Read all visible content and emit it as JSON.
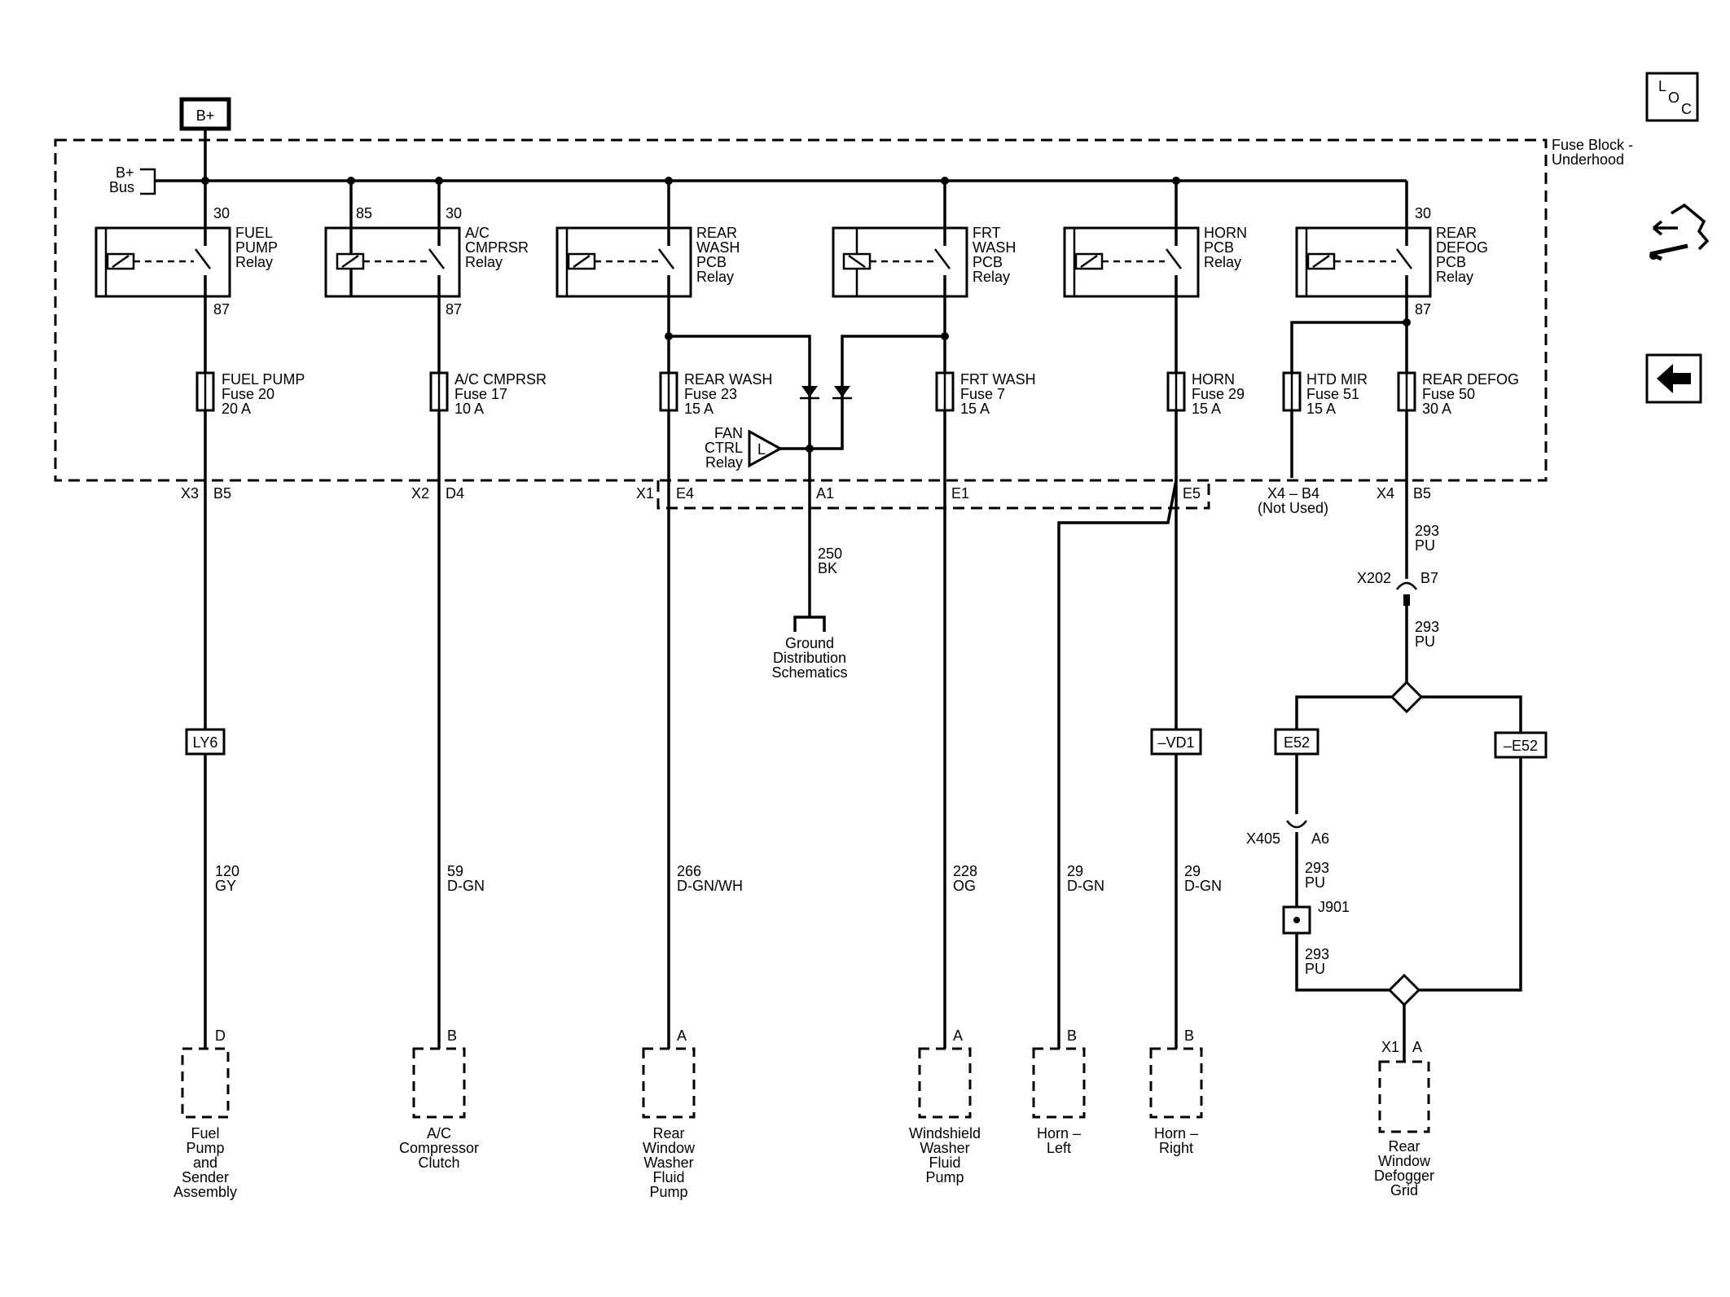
{
  "battery": "B+",
  "bus_label": [
    "B+",
    "Bus"
  ],
  "fuse_block_label": [
    "Fuse Block -",
    "Underhood"
  ],
  "relays": [
    {
      "id": "fuel-pump",
      "name": [
        "FUEL",
        "PUMP",
        "Relay"
      ],
      "top_pin": "30",
      "bottom_pin": "87"
    },
    {
      "id": "ac-cmprsr",
      "name": [
        "A/C",
        "CMPRSR",
        "Relay"
      ],
      "left_pin": "85",
      "top_pin": "30",
      "bottom_pin": "87"
    },
    {
      "id": "rear-wash",
      "name": [
        "REAR",
        "WASH",
        "PCB",
        "Relay"
      ]
    },
    {
      "id": "frt-wash",
      "name": [
        "FRT",
        "WASH",
        "PCB",
        "Relay"
      ]
    },
    {
      "id": "horn",
      "name": [
        "HORN",
        "PCB",
        "Relay"
      ]
    },
    {
      "id": "rear-defog",
      "name": [
        "REAR",
        "DEFOG",
        "PCB",
        "Relay"
      ],
      "top_pin": "30",
      "bottom_pin": "87"
    }
  ],
  "fuses": [
    {
      "id": "fuel-pump",
      "lines": [
        "FUEL PUMP",
        "Fuse 20",
        "20 A"
      ]
    },
    {
      "id": "ac-cmprsr",
      "lines": [
        "A/C CMPRSR",
        "Fuse 17",
        "10 A"
      ]
    },
    {
      "id": "rear-wash",
      "lines": [
        "REAR WASH",
        "Fuse 23",
        "15 A"
      ]
    },
    {
      "id": "frt-wash",
      "lines": [
        "FRT WASH",
        "Fuse 7",
        "15 A"
      ]
    },
    {
      "id": "horn",
      "lines": [
        "HORN",
        "Fuse 29",
        "15 A"
      ]
    },
    {
      "id": "htd-mir",
      "lines": [
        "HTD MIR",
        "Fuse 51",
        "15 A"
      ]
    },
    {
      "id": "rear-defog",
      "lines": [
        "REAR DEFOG",
        "Fuse 50",
        "30 A"
      ]
    }
  ],
  "fan_relay": {
    "symbol": "L",
    "lines": [
      "FAN",
      "CTRL",
      "Relay"
    ]
  },
  "connectors": {
    "x3": "X3",
    "b5": "B5",
    "x2": "X2",
    "d4": "D4",
    "x1": "X1",
    "e4": "E4",
    "a1": "A1",
    "e1": "E1",
    "e5": "E5",
    "x4_b4": "X4 – B4",
    "not_used": "(Not Used)",
    "x4": "X4",
    "b5b": "B5",
    "x202": "X202",
    "b7": "B7",
    "x405": "X405",
    "a6": "A6",
    "j901": "J901",
    "x1b": "X1",
    "a": "A"
  },
  "wires": [
    {
      "id": "250",
      "lines": [
        "250",
        "BK"
      ]
    },
    {
      "id": "120",
      "lines": [
        "120",
        "GY"
      ]
    },
    {
      "id": "59",
      "lines": [
        "59",
        "D-GN"
      ]
    },
    {
      "id": "266",
      "lines": [
        "266",
        "D-GN/WH"
      ]
    },
    {
      "id": "228",
      "lines": [
        "228",
        "OG"
      ]
    },
    {
      "id": "29-left",
      "lines": [
        "29",
        "D-GN"
      ]
    },
    {
      "id": "29-right",
      "lines": [
        "29",
        "D-GN"
      ]
    },
    {
      "id": "293-a",
      "lines": [
        "293",
        "PU"
      ]
    },
    {
      "id": "293-b",
      "lines": [
        "293",
        "PU"
      ]
    },
    {
      "id": "293-c",
      "lines": [
        "293",
        "PU"
      ]
    },
    {
      "id": "293-d",
      "lines": [
        "293",
        "PU"
      ]
    }
  ],
  "ground": [
    "Ground",
    "Distribution",
    "Schematics"
  ],
  "options": {
    "ly6": "LY6",
    "vd1": "–VD1",
    "e52": "E52",
    "not_e52": "–E52"
  },
  "components": [
    {
      "id": "fuel-pump",
      "pin": "D",
      "name": [
        "Fuel",
        "Pump",
        "and",
        "Sender",
        "Assembly"
      ]
    },
    {
      "id": "ac-clutch",
      "pin": "B",
      "name": [
        "A/C",
        "Compressor",
        "Clutch"
      ]
    },
    {
      "id": "rear-washer-pump",
      "pin": "A",
      "name": [
        "Rear",
        "Window",
        "Washer",
        "Fluid",
        "Pump"
      ]
    },
    {
      "id": "windshield-washer-pump",
      "pin": "A",
      "name": [
        "Windshield",
        "Washer",
        "Fluid",
        "Pump"
      ]
    },
    {
      "id": "horn-left",
      "pin": "B",
      "name": [
        "Horn –",
        "Left"
      ]
    },
    {
      "id": "horn-right",
      "pin": "B",
      "name": [
        "Horn –",
        "Right"
      ]
    },
    {
      "id": "defogger-grid",
      "name": [
        "Rear",
        "Window",
        "Defogger",
        "Grid"
      ]
    }
  ],
  "nav": {
    "loc_l": "L",
    "loc_o": "O",
    "loc_c": "C",
    "loc_icon": "loc-icon",
    "connector_icon": "connector-tool-icon",
    "back_icon": "arrow-left-icon"
  }
}
